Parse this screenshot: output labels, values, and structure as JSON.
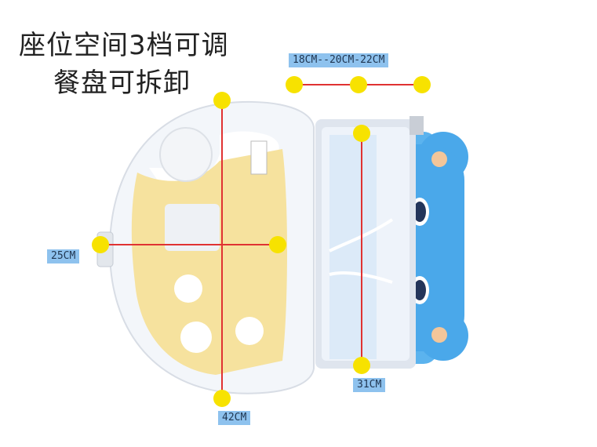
{
  "headline": {
    "line1": "座位空间3档可调",
    "line2": "餐盘可拆卸"
  },
  "dimension_labels": {
    "seat_width_options": "18CM--20CM-22CM",
    "tray_depth": "25CM",
    "seat_depth": "31CM",
    "tray_width": "42CM"
  },
  "colors": {
    "marker": "#f7e200",
    "measure_line": "#e03232",
    "label_bg": "#8ec2ee",
    "seat_blue": "#4aa8ea",
    "tray_yellow": "#f6e29e"
  }
}
